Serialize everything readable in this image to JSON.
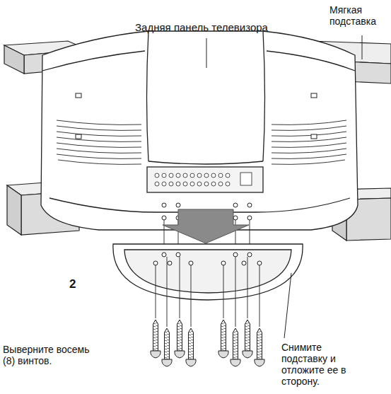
{
  "diagram": {
    "labels": [
      "Задняя панель телевизора",
      "Мягкая подставка",
      "2",
      "Выверните восемь (8) винтов.",
      "Снимите подставку и отложите ее в сторону."
    ]
  }
}
